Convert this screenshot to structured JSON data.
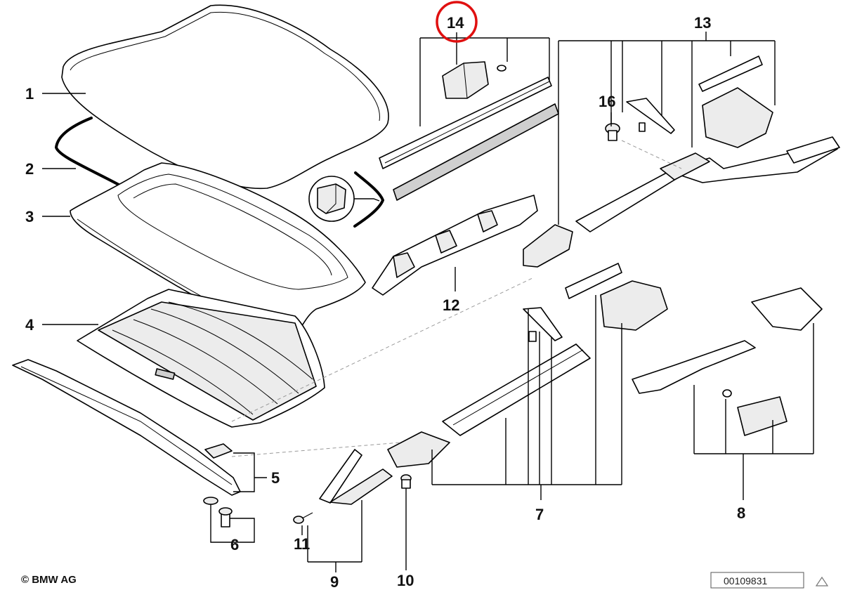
{
  "diagram": {
    "callouts": {
      "c1": "1",
      "c2": "2",
      "c3": "3",
      "c4": "4",
      "c5": "5",
      "c6": "6",
      "c7": "7",
      "c8": "8",
      "c9": "9",
      "c10": "10",
      "c11": "11",
      "c12": "12",
      "c13": "13",
      "c14": "14",
      "c16": "16"
    },
    "highlighted_callout": "14",
    "highlight_color": "#e01010",
    "copyright": "© BMW AG",
    "document_number": "00109831"
  }
}
